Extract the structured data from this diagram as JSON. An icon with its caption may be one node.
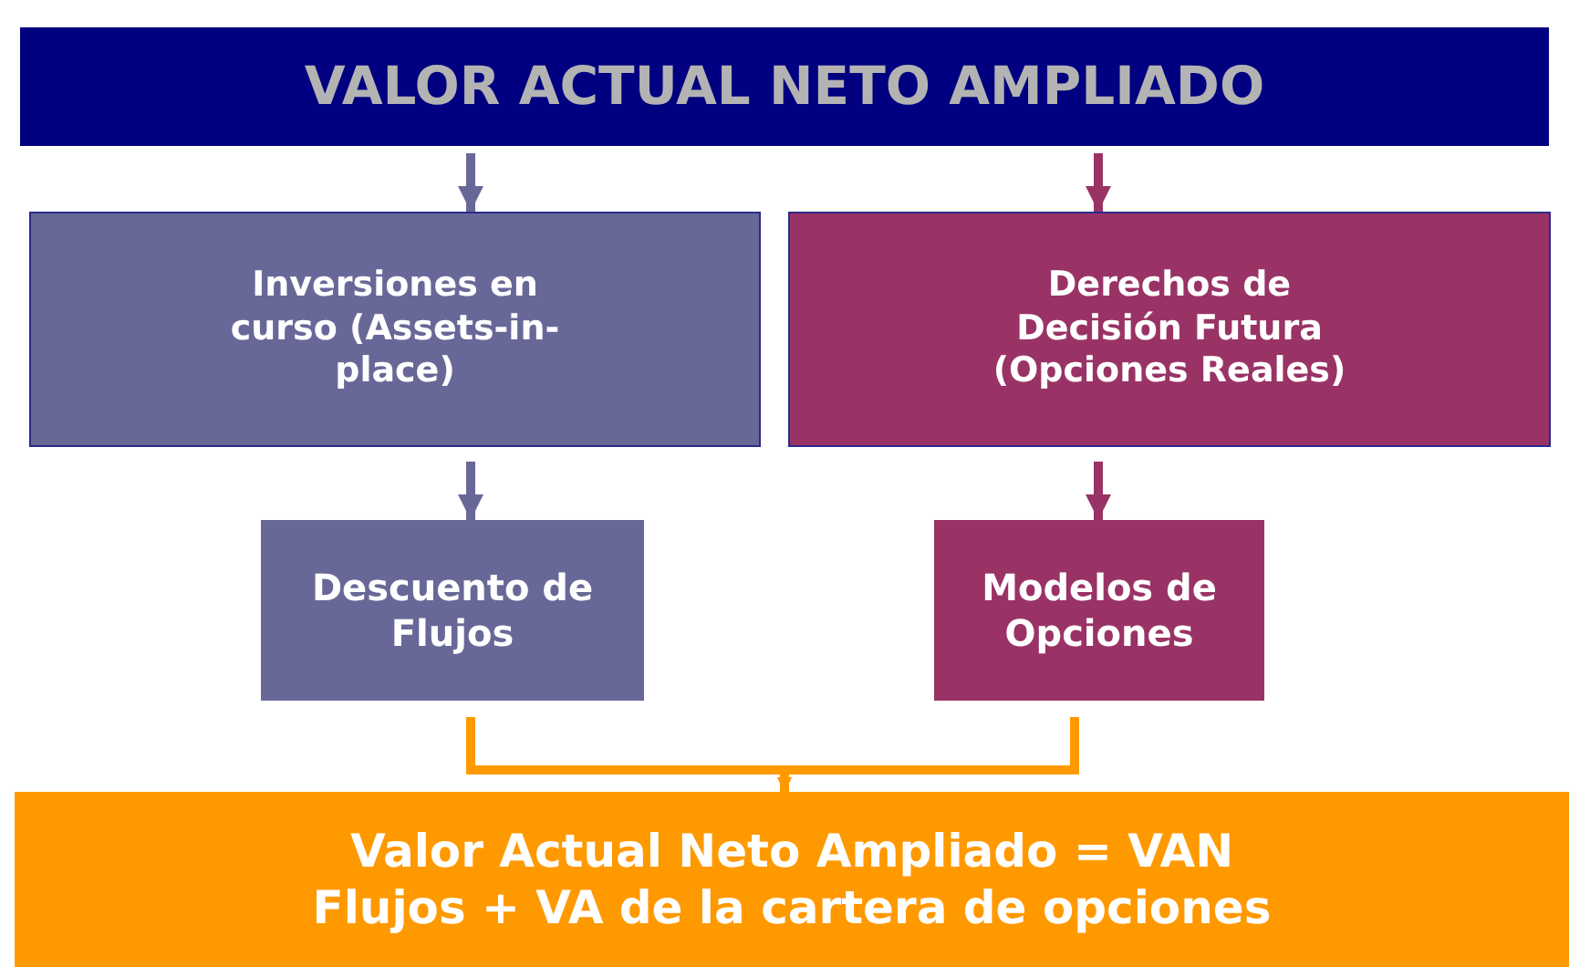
{
  "diagram": {
    "nodes": [
      {
        "text": [
          "VALOR ACTUAL NETO AMPLIADO"
        ]
      },
      {
        "text": [
          "Inversiones en curso (Assets-in-place)"
        ]
      },
      {
        "text": [
          "Derechos de Decisión Futura (Opciones Reales)"
        ]
      },
      {
        "text": [
          "Descuento de Flujos"
        ]
      },
      {
        "text": [
          "Modelos de Opciones"
        ]
      },
      {
        "text": [
          "Valor Actual Neto Ampliado = VAN Flujos + VA de la cartera de opciones"
        ]
      }
    ],
    "edges": [
      {
        "from": 0,
        "to": 1,
        "arrow": "to",
        "color": "#686898"
      },
      {
        "from": 0,
        "to": 2,
        "arrow": "to",
        "color": "#993366"
      },
      {
        "from": 1,
        "to": 3,
        "arrow": "to",
        "color": "#686898"
      },
      {
        "from": 2,
        "to": 4,
        "arrow": "to",
        "color": "#993366"
      },
      {
        "from": 3,
        "to": 5,
        "arrow": "to",
        "color": "#ff9900"
      },
      {
        "from": 4,
        "to": 5,
        "arrow": "to",
        "color": "#ff9900"
      }
    ]
  }
}
